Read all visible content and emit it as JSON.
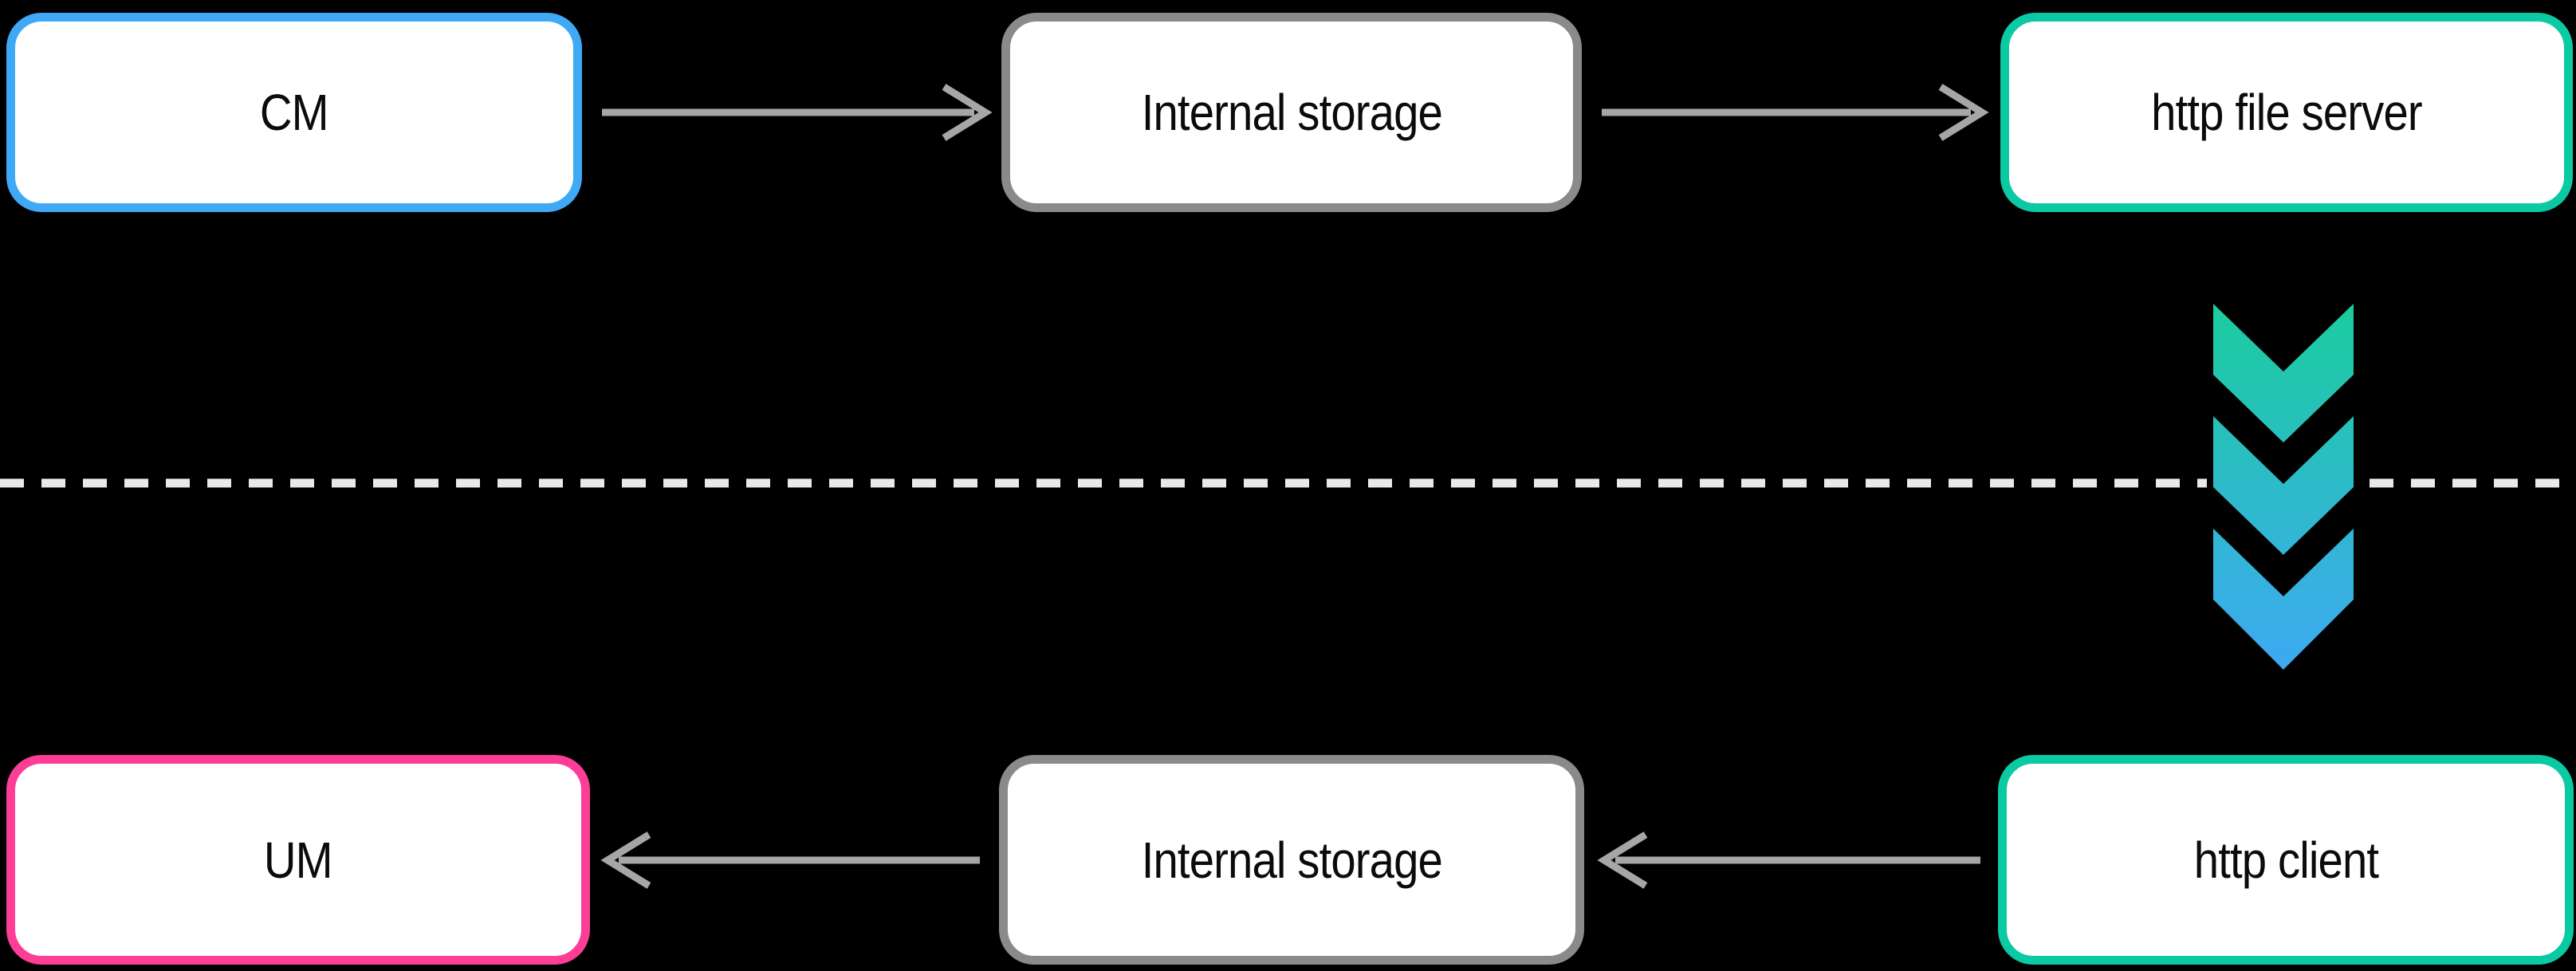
{
  "canvas": {
    "background": "#000000"
  },
  "nodes": {
    "cm": {
      "label": "CM",
      "border_color": "#3FA9F5"
    },
    "internal_storage_top": {
      "label": "Internal storage",
      "border_color": "#8A8A8A"
    },
    "http_file_server": {
      "label": "http file server",
      "border_color": "#0BC9A3"
    },
    "um": {
      "label": "UM",
      "border_color": "#FC3E97"
    },
    "internal_storage_bottom": {
      "label": "Internal storage",
      "border_color": "#8A8A8A"
    },
    "http_client": {
      "label": "http client",
      "border_color": "#0BC9A3"
    }
  },
  "connectors": {
    "arrow_color": "#A6A6A6",
    "divider_color": "#E9E9E9",
    "chevron_gradient_top": "#1BCD9E",
    "chevron_gradient_bottom": "#3EA9F2"
  },
  "icons": {
    "flow_direction": "chevrons-down-icon"
  }
}
